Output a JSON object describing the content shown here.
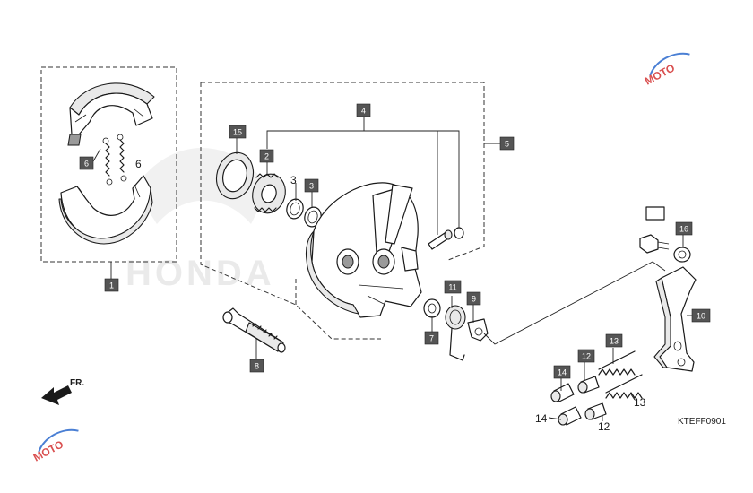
{
  "diagram_code": "KTEFF0901",
  "direction_label": "FR.",
  "watermark_brand": "HONDA",
  "watermark_logo": "MOTO",
  "callouts": [
    {
      "label": "1"
    },
    {
      "label": "2"
    },
    {
      "label": "3"
    },
    {
      "label": "4"
    },
    {
      "label": "5"
    },
    {
      "label": "6"
    },
    {
      "label": "7"
    },
    {
      "label": "8"
    },
    {
      "label": "9"
    },
    {
      "label": "10"
    },
    {
      "label": "11"
    },
    {
      "label": "12"
    },
    {
      "label": "13"
    },
    {
      "label": "14"
    },
    {
      "label": "15"
    },
    {
      "label": "16"
    }
  ],
  "plain_labels": [
    {
      "label": "6"
    },
    {
      "label": "3"
    },
    {
      "label": "14"
    },
    {
      "label": "12"
    },
    {
      "label": "13"
    }
  ]
}
